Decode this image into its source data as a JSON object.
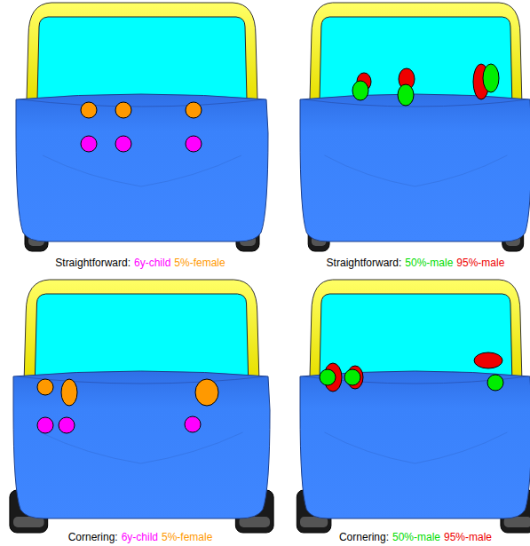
{
  "diagram": {
    "labels": [
      "Straightforward:",
      "6y-child",
      "5%-female",
      "Straightforward:",
      "50%-male",
      "95%-male",
      "Cornering:",
      "6y-child",
      "5%-female",
      "Cornering:",
      "50%-male",
      "95%-male"
    ]
  }
}
